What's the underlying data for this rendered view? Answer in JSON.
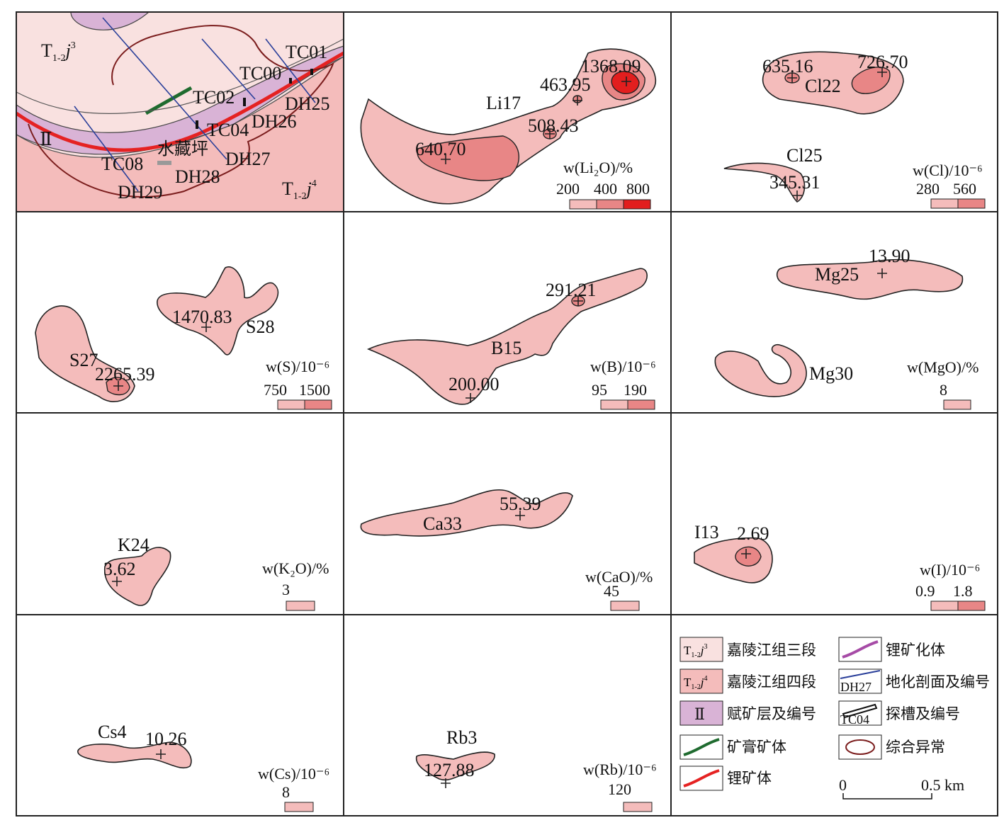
{
  "map": {
    "inset": {
      "strata": [
        "T1-2j3",
        "T1-2j4"
      ],
      "zone": "Ⅱ",
      "place": "水藏坪",
      "sections": [
        "TC01",
        "TC00",
        "TC02",
        "TC04",
        "TC08",
        "DH25",
        "DH26",
        "DH27",
        "DH28",
        "DH29"
      ],
      "colors": {
        "j3": "#f9e1e0",
        "j4": "#f4bcbb",
        "ore_layer": "#d9b3d6",
        "lithium": "#e52222",
        "gypsum": "#1f6b2f",
        "section": "#2a3f9a",
        "anomaly_line": "#7b1d1d"
      }
    },
    "panels": [
      {
        "id": "Li17",
        "unit": "w(Li₂O)/%",
        "values": [
          "1368.09",
          "463.95",
          "508.43",
          "640.70"
        ],
        "legend": [
          "200",
          "400",
          "800"
        ]
      },
      {
        "id": "Cl22",
        "extra_id": "Cl25",
        "unit": "w(Cl)/10⁻⁶",
        "values": [
          "635.16",
          "726.70",
          "345.31"
        ],
        "legend": [
          "280",
          "560"
        ]
      },
      {
        "id": "S27",
        "extra_id": "S28",
        "unit": "w(S)/10⁻⁶",
        "values": [
          "2265.39",
          "1470.83"
        ],
        "legend": [
          "750",
          "1500"
        ]
      },
      {
        "id": "B15",
        "unit": "w(B)/10⁻⁶",
        "values": [
          "291.21",
          "200.00"
        ],
        "legend": [
          "95",
          "190"
        ]
      },
      {
        "id": "Mg25",
        "extra_id": "Mg30",
        "unit": "w(MgO)/%",
        "values": [
          "13.90"
        ],
        "legend": [
          "8"
        ]
      },
      {
        "id": "K24",
        "unit": "w(K₂O)/%",
        "values": [
          "3.62"
        ],
        "legend": [
          "3"
        ]
      },
      {
        "id": "Ca33",
        "unit": "w(CaO)/%",
        "values": [
          "55.39"
        ],
        "legend": [
          "45"
        ]
      },
      {
        "id": "I13",
        "unit": "w(I)/10⁻⁶",
        "values": [
          "2.69"
        ],
        "legend": [
          "0.9",
          "1.8"
        ]
      },
      {
        "id": "Cs4",
        "unit": "w(Cs)/10⁻⁶",
        "values": [
          "10.26"
        ],
        "legend": [
          "8"
        ]
      },
      {
        "id": "Rb3",
        "unit": "w(Rb)/10⁻⁶",
        "values": [
          "127.88"
        ],
        "legend": [
          "120"
        ]
      }
    ],
    "legend": {
      "items": [
        {
          "symbol": "T1-2j3",
          "text": "嘉陵江组三段"
        },
        {
          "symbol": "T1-2j4",
          "text": "嘉陵江组四段"
        },
        {
          "symbol": "Ⅱ",
          "text": "赋矿层及编号"
        },
        {
          "symbol": "gypsum-line",
          "text": "矿膏矿体"
        },
        {
          "symbol": "lithium-line",
          "text": "锂矿体"
        },
        {
          "symbol": "mineralized-line",
          "text": "锂矿化体"
        },
        {
          "symbol": "DH27",
          "text": "地化剖面及编号"
        },
        {
          "symbol": "TC04",
          "text": "探槽及编号"
        },
        {
          "symbol": "ellipse",
          "text": "综合异常"
        }
      ],
      "scale": {
        "start": "0",
        "end": "0.5 km"
      }
    },
    "colors": {
      "low": "#f4bcbb",
      "mid": "#e88686",
      "high": "#e21e1e"
    }
  }
}
